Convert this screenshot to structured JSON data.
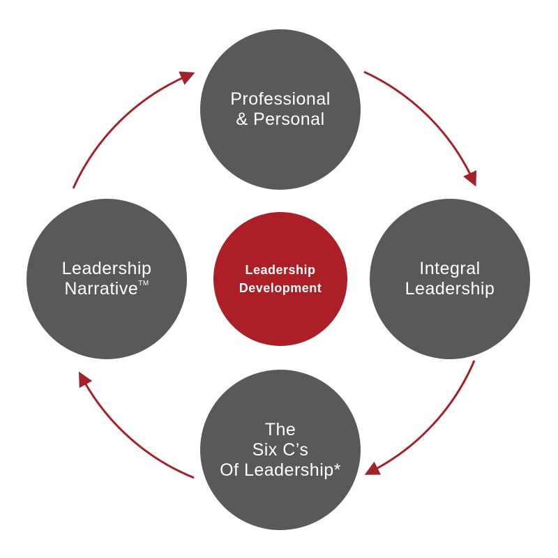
{
  "center": {
    "line1": "Leadership",
    "line2": "Development"
  },
  "nodes": {
    "top": {
      "line1": "Professional",
      "line2": "& Personal"
    },
    "right": {
      "line1": "Integral",
      "line2": "Leadership"
    },
    "bottom": {
      "line1": "The",
      "line2": "Six C’s",
      "line3": "Of Leadership*"
    },
    "left": {
      "line1": "Leadership",
      "line2": "Narrative",
      "mark": "TM"
    }
  },
  "colors": {
    "node": "#5b5957",
    "accent": "#ac1f26",
    "arrow": "#a3222a"
  }
}
